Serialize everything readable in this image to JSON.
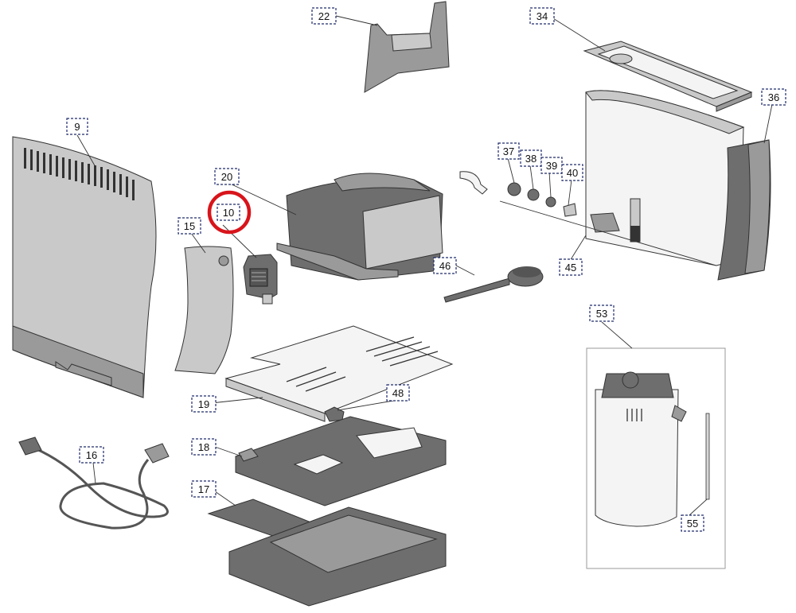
{
  "callouts": [
    {
      "id": "9",
      "text": "9"
    },
    {
      "id": "10",
      "text": "10",
      "highlighted": true
    },
    {
      "id": "15",
      "text": "15"
    },
    {
      "id": "16",
      "text": "16"
    },
    {
      "id": "17",
      "text": "17"
    },
    {
      "id": "18",
      "text": "18"
    },
    {
      "id": "19",
      "text": "19"
    },
    {
      "id": "20",
      "text": "20"
    },
    {
      "id": "22",
      "text": "22"
    },
    {
      "id": "34",
      "text": "34"
    },
    {
      "id": "36",
      "text": "36"
    },
    {
      "id": "37",
      "text": "37"
    },
    {
      "id": "38",
      "text": "38"
    },
    {
      "id": "39",
      "text": "39"
    },
    {
      "id": "40",
      "text": "40"
    },
    {
      "id": "45",
      "text": "45"
    },
    {
      "id": "46",
      "text": "46"
    },
    {
      "id": "48",
      "text": "48"
    },
    {
      "id": "53",
      "text": "53"
    },
    {
      "id": "55",
      "text": "55"
    }
  ],
  "colors": {
    "label_border": "#1f2a6b",
    "highlight_circle": "#d8141b",
    "part_dark": "#6e6e6e",
    "part_light": "#c9c9c9"
  }
}
